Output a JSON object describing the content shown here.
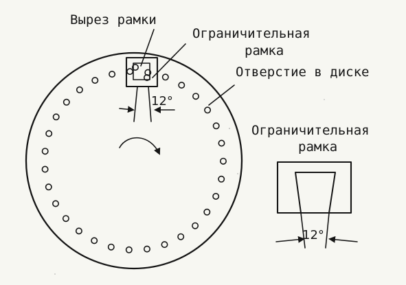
{
  "diagram": {
    "labels": {
      "frame_cutout": "Вырез рамки",
      "limiting_frame_top_line1": "Ограничительная",
      "limiting_frame_top_line2": "рамка",
      "disk_hole": "Отверстие в диске",
      "limiting_frame_detail_line1": "Ограничительная",
      "limiting_frame_detail_line2": "рамка"
    },
    "angles": {
      "disk_frame_angle": "12°",
      "detail_frame_angle": "12°"
    },
    "hole_count": 31,
    "rotation": "clockwise",
    "colors": {
      "ink": "#151515",
      "paper": "#f7f7f2"
    }
  }
}
